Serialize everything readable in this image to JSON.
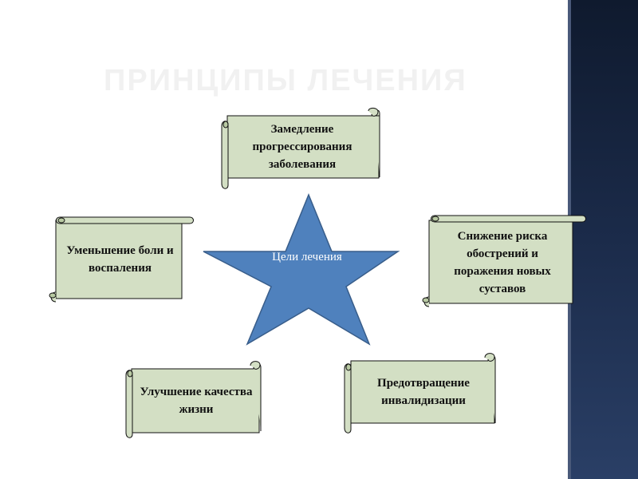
{
  "title": "ПРИНЦИПЫ ЛЕЧЕНИЯ",
  "center": {
    "label": "Цели лечения",
    "color": "#4f81bd"
  },
  "scroll_fill": "#d3dfc4",
  "goals": {
    "slow_progression": "Замедление прогрессирования заболевания",
    "reduce_pain": "Уменьшение боли и воспаления",
    "reduce_risk": "Снижение риска обострений и поражения новых суставов",
    "quality_of_life": "Улучшение качества жизни",
    "prevent_disability": "Предотвращение инвалидизации"
  }
}
